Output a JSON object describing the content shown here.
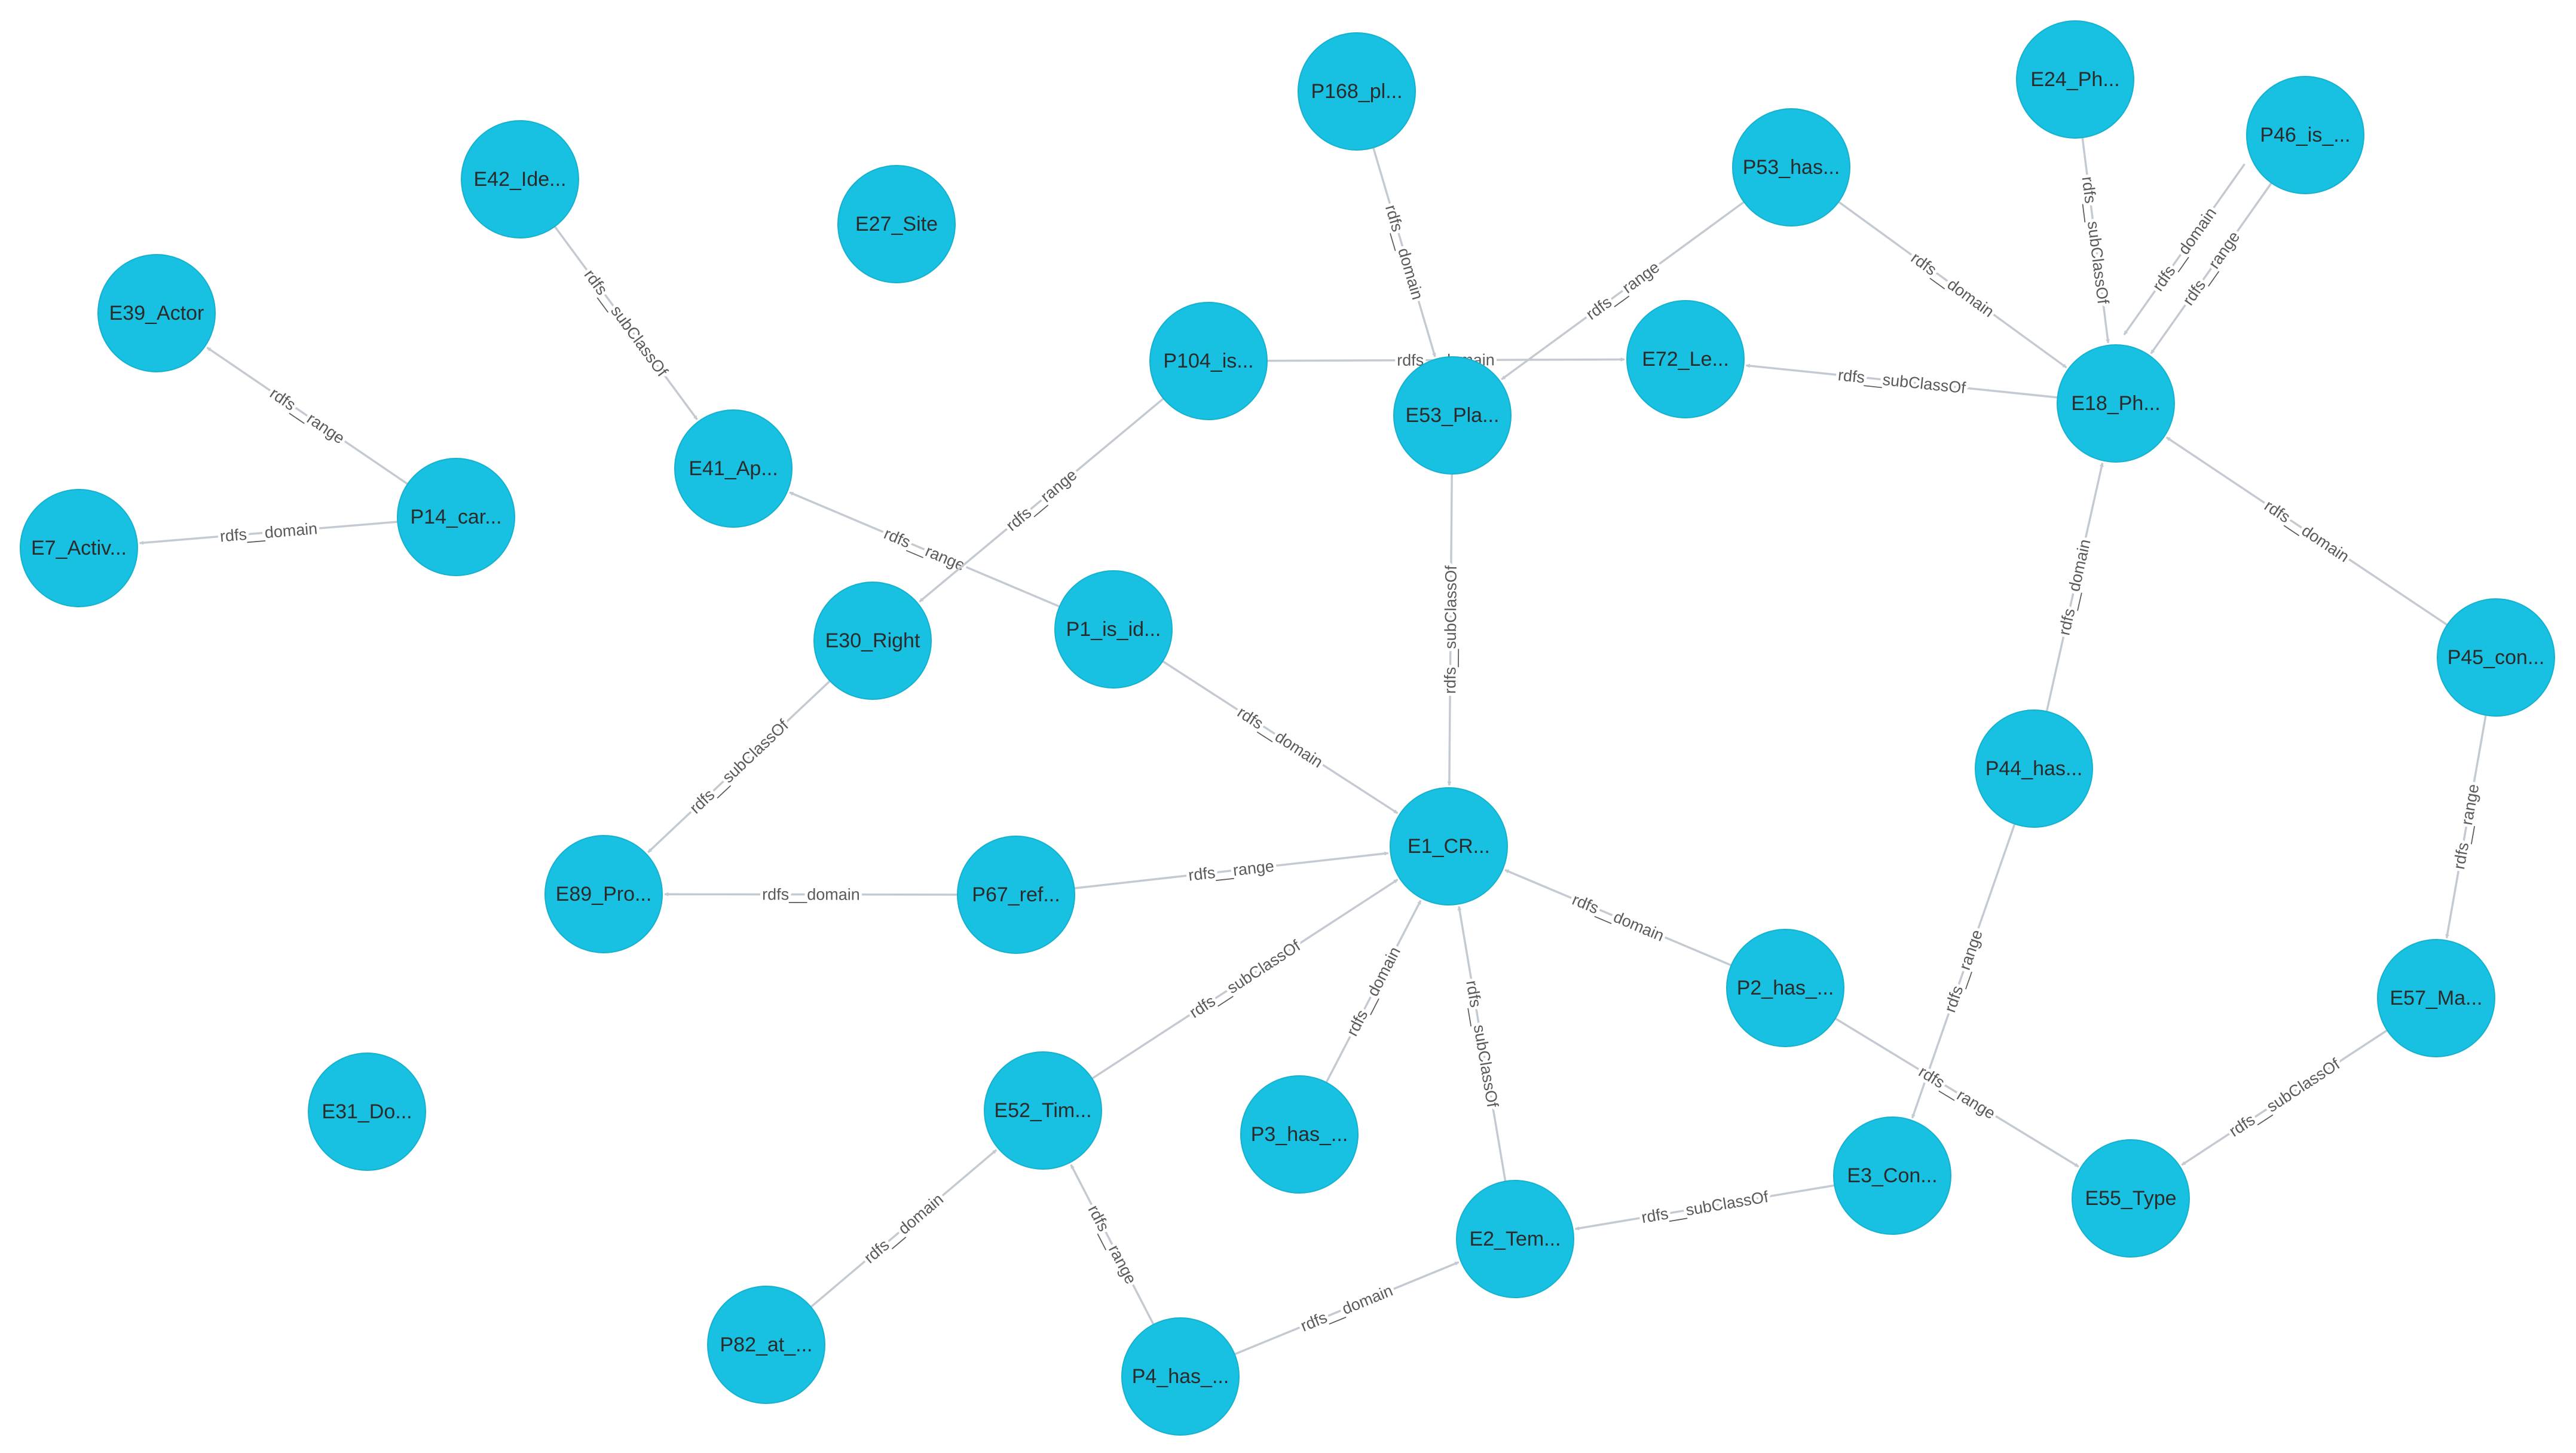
{
  "colors": {
    "node": "#18c1e1",
    "edge": "#c4cad2",
    "text": "#2b2b2b",
    "edge_text": "#5a5a5a",
    "background": "#ffffff"
  },
  "nodes": [
    {
      "id": "E39",
      "label": "E39_Actor"
    },
    {
      "id": "E42",
      "label": "E42_Ide..."
    },
    {
      "id": "E27",
      "label": "E27_Site"
    },
    {
      "id": "P168",
      "label": "P168_pl..."
    },
    {
      "id": "P53",
      "label": "P53_has..."
    },
    {
      "id": "E24",
      "label": "E24_Ph..."
    },
    {
      "id": "P46",
      "label": "P46_is_..."
    },
    {
      "id": "P104",
      "label": "P104_is..."
    },
    {
      "id": "E72",
      "label": "E72_Le..."
    },
    {
      "id": "E53",
      "label": "E53_Pla..."
    },
    {
      "id": "E18",
      "label": "E18_Ph..."
    },
    {
      "id": "E41",
      "label": "E41_Ap..."
    },
    {
      "id": "P14",
      "label": "P14_car..."
    },
    {
      "id": "E7",
      "label": "E7_Activ..."
    },
    {
      "id": "E30",
      "label": "E30_Right"
    },
    {
      "id": "P1",
      "label": "P1_is_id..."
    },
    {
      "id": "P45",
      "label": "P45_con..."
    },
    {
      "id": "P44",
      "label": "P44_has..."
    },
    {
      "id": "E1",
      "label": "E1_CR..."
    },
    {
      "id": "E89",
      "label": "E89_Pro..."
    },
    {
      "id": "P67",
      "label": "P67_ref..."
    },
    {
      "id": "P2",
      "label": "P2_has_..."
    },
    {
      "id": "E57",
      "label": "E57_Ma..."
    },
    {
      "id": "E31",
      "label": "E31_Do..."
    },
    {
      "id": "E52",
      "label": "E52_Tim..."
    },
    {
      "id": "P3",
      "label": "P3_has_..."
    },
    {
      "id": "E3",
      "label": "E3_Con..."
    },
    {
      "id": "E55",
      "label": "E55_Type"
    },
    {
      "id": "E2",
      "label": "E2_Tem..."
    },
    {
      "id": "P82",
      "label": "P82_at_..."
    },
    {
      "id": "P4",
      "label": "P4_has_..."
    }
  ],
  "edges": [
    {
      "from": "P14",
      "to": "E39",
      "label": "rdfs__range"
    },
    {
      "from": "P14",
      "to": "E7",
      "label": "rdfs__domain"
    },
    {
      "from": "E42",
      "to": "E41",
      "label": "rdfs__subClassOf"
    },
    {
      "from": "P1",
      "to": "E41",
      "label": "rdfs__range"
    },
    {
      "from": "P1",
      "to": "E1",
      "label": "rdfs__domain"
    },
    {
      "from": "P104",
      "to": "E30",
      "label": "rdfs__range"
    },
    {
      "from": "P104",
      "to": "E72",
      "label": "rdfs__domain"
    },
    {
      "from": "P168",
      "to": "E53",
      "label": "rdfs__domain"
    },
    {
      "from": "P53",
      "to": "E53",
      "label": "rdfs__range"
    },
    {
      "from": "P53",
      "to": "E18",
      "label": "rdfs__domain"
    },
    {
      "from": "E24",
      "to": "E18",
      "label": "rdfs__subClassOf"
    },
    {
      "from": "P46",
      "to": "E18",
      "label": "rdfs__range"
    },
    {
      "from": "P46",
      "to": "E18",
      "label": "rdfs__domain"
    },
    {
      "from": "E18",
      "to": "E72",
      "label": "rdfs__subClassOf"
    },
    {
      "from": "E53",
      "to": "E1",
      "label": "rdfs__subClassOf"
    },
    {
      "from": "E30",
      "to": "E89",
      "label": "rdfs__subClassOf"
    },
    {
      "from": "P67",
      "to": "E89",
      "label": "rdfs__domain"
    },
    {
      "from": "P67",
      "to": "E1",
      "label": "rdfs__range"
    },
    {
      "from": "P45",
      "to": "E18",
      "label": "rdfs__domain"
    },
    {
      "from": "P45",
      "to": "E57",
      "label": "rdfs__range"
    },
    {
      "from": "P44",
      "to": "E18",
      "label": "rdfs__domain"
    },
    {
      "from": "P44",
      "to": "E3",
      "label": "rdfs__range"
    },
    {
      "from": "P2",
      "to": "E1",
      "label": "rdfs__domain"
    },
    {
      "from": "P2",
      "to": "E55",
      "label": "rdfs__range"
    },
    {
      "from": "E57",
      "to": "E55",
      "label": "rdfs__subClassOf"
    },
    {
      "from": "E52",
      "to": "E1",
      "label": "rdfs__subClassOf"
    },
    {
      "from": "P3",
      "to": "E1",
      "label": "rdfs__domain"
    },
    {
      "from": "E2",
      "to": "E1",
      "label": "rdfs__subClassOf"
    },
    {
      "from": "E3",
      "to": "E2",
      "label": "rdfs__subClassOf"
    },
    {
      "from": "P82",
      "to": "E52",
      "label": "rdfs__domain"
    },
    {
      "from": "P4",
      "to": "E52",
      "label": "rdfs__range"
    },
    {
      "from": "P4",
      "to": "E2",
      "label": "rdfs__domain"
    }
  ]
}
